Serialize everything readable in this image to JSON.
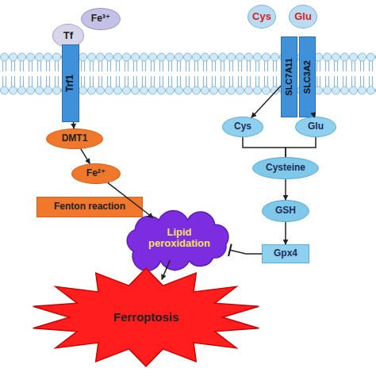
{
  "diagram": {
    "nodes": [
      {
        "text": [
          "Cys"
        ]
      },
      {
        "text": [
          "Glu"
        ]
      },
      {
        "text": [
          "Tf"
        ]
      },
      {
        "text": [
          "Fe³⁺"
        ]
      },
      {
        "text": [
          "Trf1"
        ]
      },
      {
        "text": [
          "SLC7A11"
        ]
      },
      {
        "text": [
          "SLC3A2"
        ]
      },
      {
        "text": [
          "Cys"
        ]
      },
      {
        "text": [
          "Glu"
        ]
      },
      {
        "text": [
          "DMT1"
        ]
      },
      {
        "text": [
          "Cysteine"
        ]
      },
      {
        "text": [
          "Fe²⁺"
        ]
      },
      {
        "text": [
          "Fenton reaction"
        ]
      },
      {
        "text": [
          "GSH"
        ]
      },
      {
        "text": [
          "Lipid peroxidation"
        ]
      },
      {
        "text": [
          "Gpx4"
        ]
      },
      {
        "text": [
          "Ferroptosis"
        ]
      }
    ],
    "edges": [
      {
        "from": 4,
        "to": 9,
        "arrow": "to"
      },
      {
        "from": 9,
        "to": 11,
        "arrow": "to"
      },
      {
        "from": 11,
        "to": 14,
        "arrow": "to"
      },
      {
        "from": 14,
        "to": 16,
        "arrow": "to"
      },
      {
        "from": 15,
        "to": 14,
        "arrow": "to"
      },
      {
        "from": 5,
        "to": 7,
        "arrow": "to"
      },
      {
        "from": 8,
        "to": 6,
        "arrow": "to"
      },
      {
        "from": 7,
        "to": 10,
        "arrow": "none"
      },
      {
        "from": 8,
        "to": 10,
        "arrow": "none"
      },
      {
        "from": 10,
        "to": 13,
        "arrow": "to"
      },
      {
        "from": 13,
        "to": 15,
        "arrow": "to"
      }
    ]
  }
}
